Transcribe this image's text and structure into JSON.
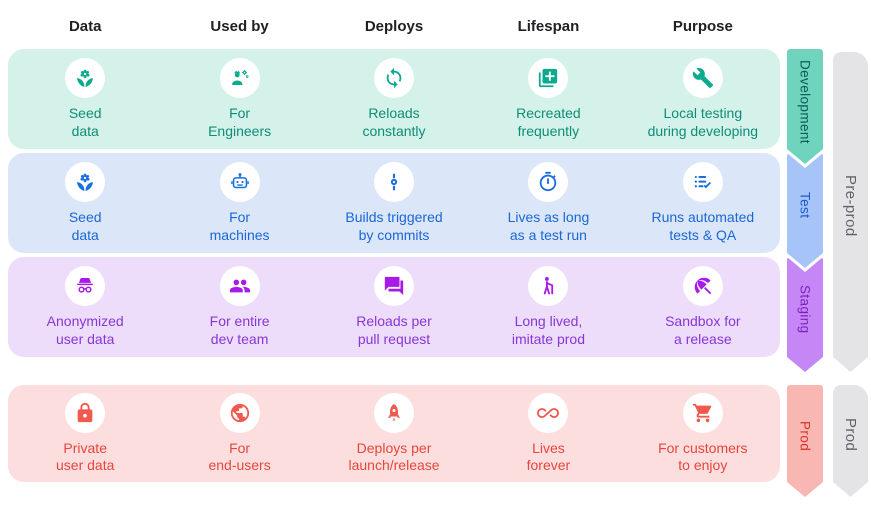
{
  "columns": [
    "Data",
    "Used by",
    "Deploys",
    "Lifespan",
    "Purpose"
  ],
  "rows": [
    {
      "stage": "Development",
      "colors": {
        "band_bg": "#d4f2e9",
        "icon": "#0caa8e",
        "text": "#0e8d77",
        "ribbon_bg": "#6fd3be",
        "ribbon_text": "#075e52"
      },
      "cells": [
        {
          "icon": "seed-flower-icon",
          "label": "Seed\ndata"
        },
        {
          "icon": "engineer-icon",
          "label": "For\nEngineers"
        },
        {
          "icon": "sync-icon",
          "label": "Reloads\nconstantly"
        },
        {
          "icon": "library-add-icon",
          "label": "Recreated\nfrequently"
        },
        {
          "icon": "wrench-icon",
          "label": "Local testing\nduring developing"
        }
      ]
    },
    {
      "stage": "Test",
      "colors": {
        "band_bg": "#dbe7f9",
        "icon": "#1a6fe0",
        "text": "#1a67d6",
        "ribbon_bg": "#a6c4f7",
        "ribbon_text": "#1b5ad1"
      },
      "cells": [
        {
          "icon": "seed-flower-icon",
          "label": "Seed\ndata"
        },
        {
          "icon": "robot-icon",
          "label": "For\nmachines"
        },
        {
          "icon": "commit-icon",
          "label": "Builds triggered\nby commits"
        },
        {
          "icon": "timer-icon",
          "label": "Lives as long\nas a test run"
        },
        {
          "icon": "checklist-icon",
          "label": "Runs automated\ntests & QA"
        }
      ]
    },
    {
      "stage": "Staging",
      "colors": {
        "band_bg": "#eedcfb",
        "icon": "#a81ae8",
        "text": "#8637d6",
        "ribbon_bg": "#c687f6",
        "ribbon_text": "#7d1fc0"
      },
      "cells": [
        {
          "icon": "incognito-icon",
          "label": "Anonymized\nuser data"
        },
        {
          "icon": "group-icon",
          "label": "For entire\ndev team"
        },
        {
          "icon": "chat-icon",
          "label": "Reloads per\npull request"
        },
        {
          "icon": "hiker-icon",
          "label": "Long lived,\nimitate prod"
        },
        {
          "icon": "umbrella-icon",
          "label": "Sandbox for\na release"
        }
      ]
    },
    {
      "stage": "Prod",
      "colors": {
        "band_bg": "#fcdede",
        "icon": "#f2594e",
        "text": "#e8463c",
        "ribbon_bg": "#f9b7b3",
        "ribbon_text": "#d93025"
      },
      "cells": [
        {
          "icon": "lock-icon",
          "label": "Private\nuser data"
        },
        {
          "icon": "globe-icon",
          "label": "For\nend-users"
        },
        {
          "icon": "rocket-icon",
          "label": "Deploys per\nlaunch/release"
        },
        {
          "icon": "infinity-icon",
          "label": "Lives\nforever"
        },
        {
          "icon": "cart-icon",
          "label": "For customers\nto enjoy"
        }
      ]
    }
  ],
  "side_tracks": [
    {
      "label": "Pre-prod",
      "bg": "#e4e4e7",
      "text": "#5f6368"
    },
    {
      "label": "Prod",
      "bg": "#e4e4e7",
      "text": "#5f6368"
    }
  ]
}
